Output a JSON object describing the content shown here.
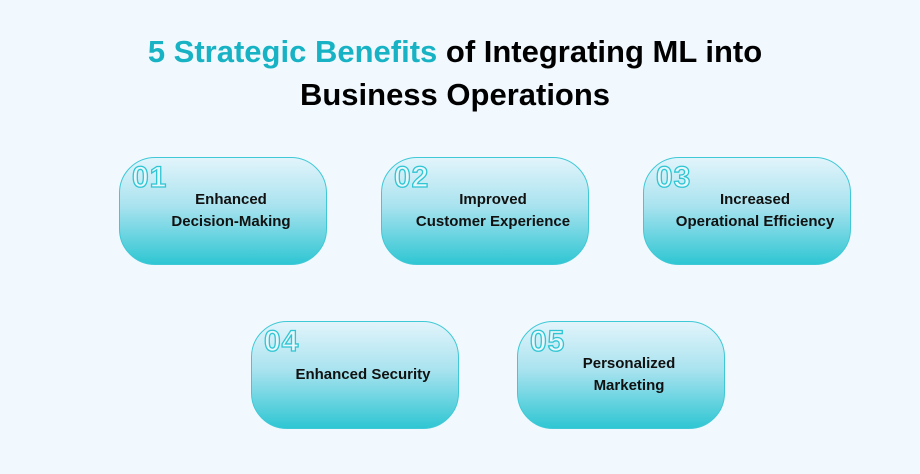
{
  "title": {
    "highlight": "5 Strategic Benefits",
    "rest_line1": " of Integrating ML into",
    "line2": "Business Operations"
  },
  "colors": {
    "accent": "#17b3c4",
    "card_top": "#e2f4fb",
    "card_bottom": "#2fc6d3",
    "background": "#f1f9fe"
  },
  "benefits": [
    {
      "number": "01",
      "lines": [
        "Enhanced",
        "Decision-Making"
      ]
    },
    {
      "number": "02",
      "lines": [
        "Improved",
        "Customer Experience"
      ]
    },
    {
      "number": "03",
      "lines": [
        "Increased",
        "Operational Efficiency"
      ]
    },
    {
      "number": "04",
      "lines": [
        "Enhanced Security"
      ]
    },
    {
      "number": "05",
      "lines": [
        "Personalized",
        "Marketing"
      ]
    }
  ]
}
